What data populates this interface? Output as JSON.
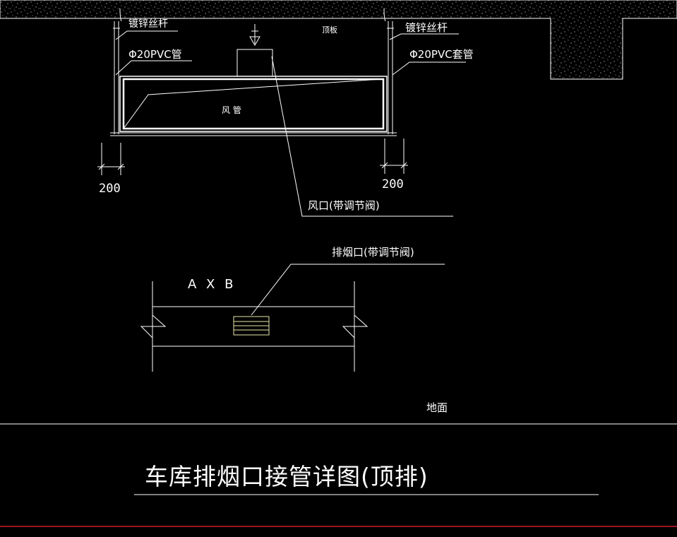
{
  "colors": {
    "background": "#000000",
    "line": "#ffffff",
    "grille": "#e8e6a8",
    "border_red": "#d11a2a"
  },
  "labels": {
    "hanger_rod_left": "镀锌丝杆",
    "hanger_rod_right": "镀锌丝杆",
    "pvc_pipe_left": "Φ20PVC管",
    "pvc_sleeve_right": "Φ20PVC套管",
    "ceiling_slab": "顶板",
    "duct": "风 管",
    "air_outlet": "风口(带调节阀)",
    "dim_left": "200",
    "dim_right": "200",
    "smoke_outlet": "排烟口(带调节阀)",
    "duct_size": "A X B",
    "floor": "地面"
  },
  "title": "车库排烟口接管详图(顶排)"
}
